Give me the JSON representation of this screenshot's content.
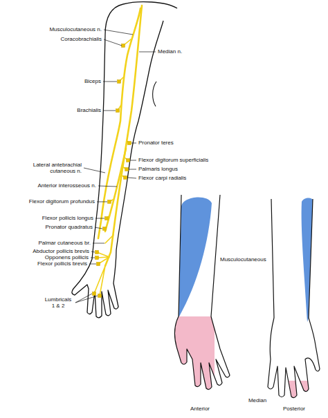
{
  "diagram": {
    "labels": [
      "Musculocutaneous n.",
      "Coracobrachialis",
      "Median n.",
      "Biceps",
      "Brachialis",
      "Pronator teres",
      "Flexor digitorum superficialis",
      "Lateral antebrachial cutaneous n.",
      "Palmaris longus",
      "Flexor carpi radialis",
      "Anterior interosseous n.",
      "Flexor digitorum profundus",
      "Flexor pollicis longus",
      "Pronator quadratus",
      "Palmar cutaneous br.",
      "Abductor pollicis brevis",
      "Opponens pollicis",
      "Flexor pollicis brevis",
      "Lumbricals 1 & 2",
      "Musculocutaneous",
      "Median",
      "Anterior",
      "Posterior"
    ]
  }
}
